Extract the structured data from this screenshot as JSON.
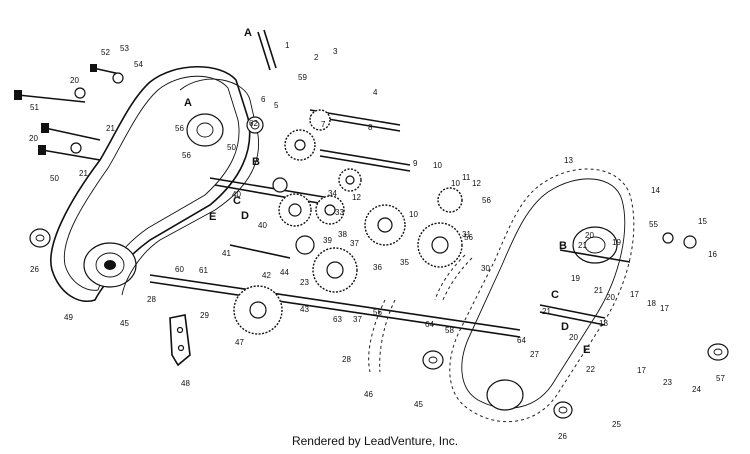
{
  "credit": "Rendered by LeadVenture, Inc.",
  "part_numbers": [
    "1",
    "2",
    "3",
    "4",
    "5",
    "6",
    "7",
    "8",
    "9",
    "10",
    "10",
    "10",
    "11",
    "12",
    "12",
    "13",
    "14",
    "15",
    "16",
    "17",
    "17",
    "17",
    "18",
    "18",
    "19",
    "19",
    "20",
    "20",
    "20",
    "20",
    "20",
    "21",
    "21",
    "21",
    "21",
    "21",
    "22",
    "23",
    "23",
    "24",
    "25",
    "26",
    "26",
    "27",
    "28",
    "28",
    "29",
    "30",
    "31",
    "33",
    "34",
    "35",
    "36",
    "37",
    "37",
    "38",
    "39",
    "40",
    "40",
    "41",
    "42",
    "43",
    "44",
    "45",
    "45",
    "46",
    "47",
    "48",
    "49",
    "50",
    "50",
    "51",
    "52",
    "53",
    "54",
    "55",
    "56",
    "56",
    "56",
    "56",
    "57",
    "58",
    "59",
    "60",
    "61",
    "62",
    "63",
    "64",
    "64"
  ],
  "reference_letters": [
    "A",
    "A",
    "B",
    "B",
    "C",
    "C",
    "D",
    "D",
    "E",
    "E"
  ]
}
